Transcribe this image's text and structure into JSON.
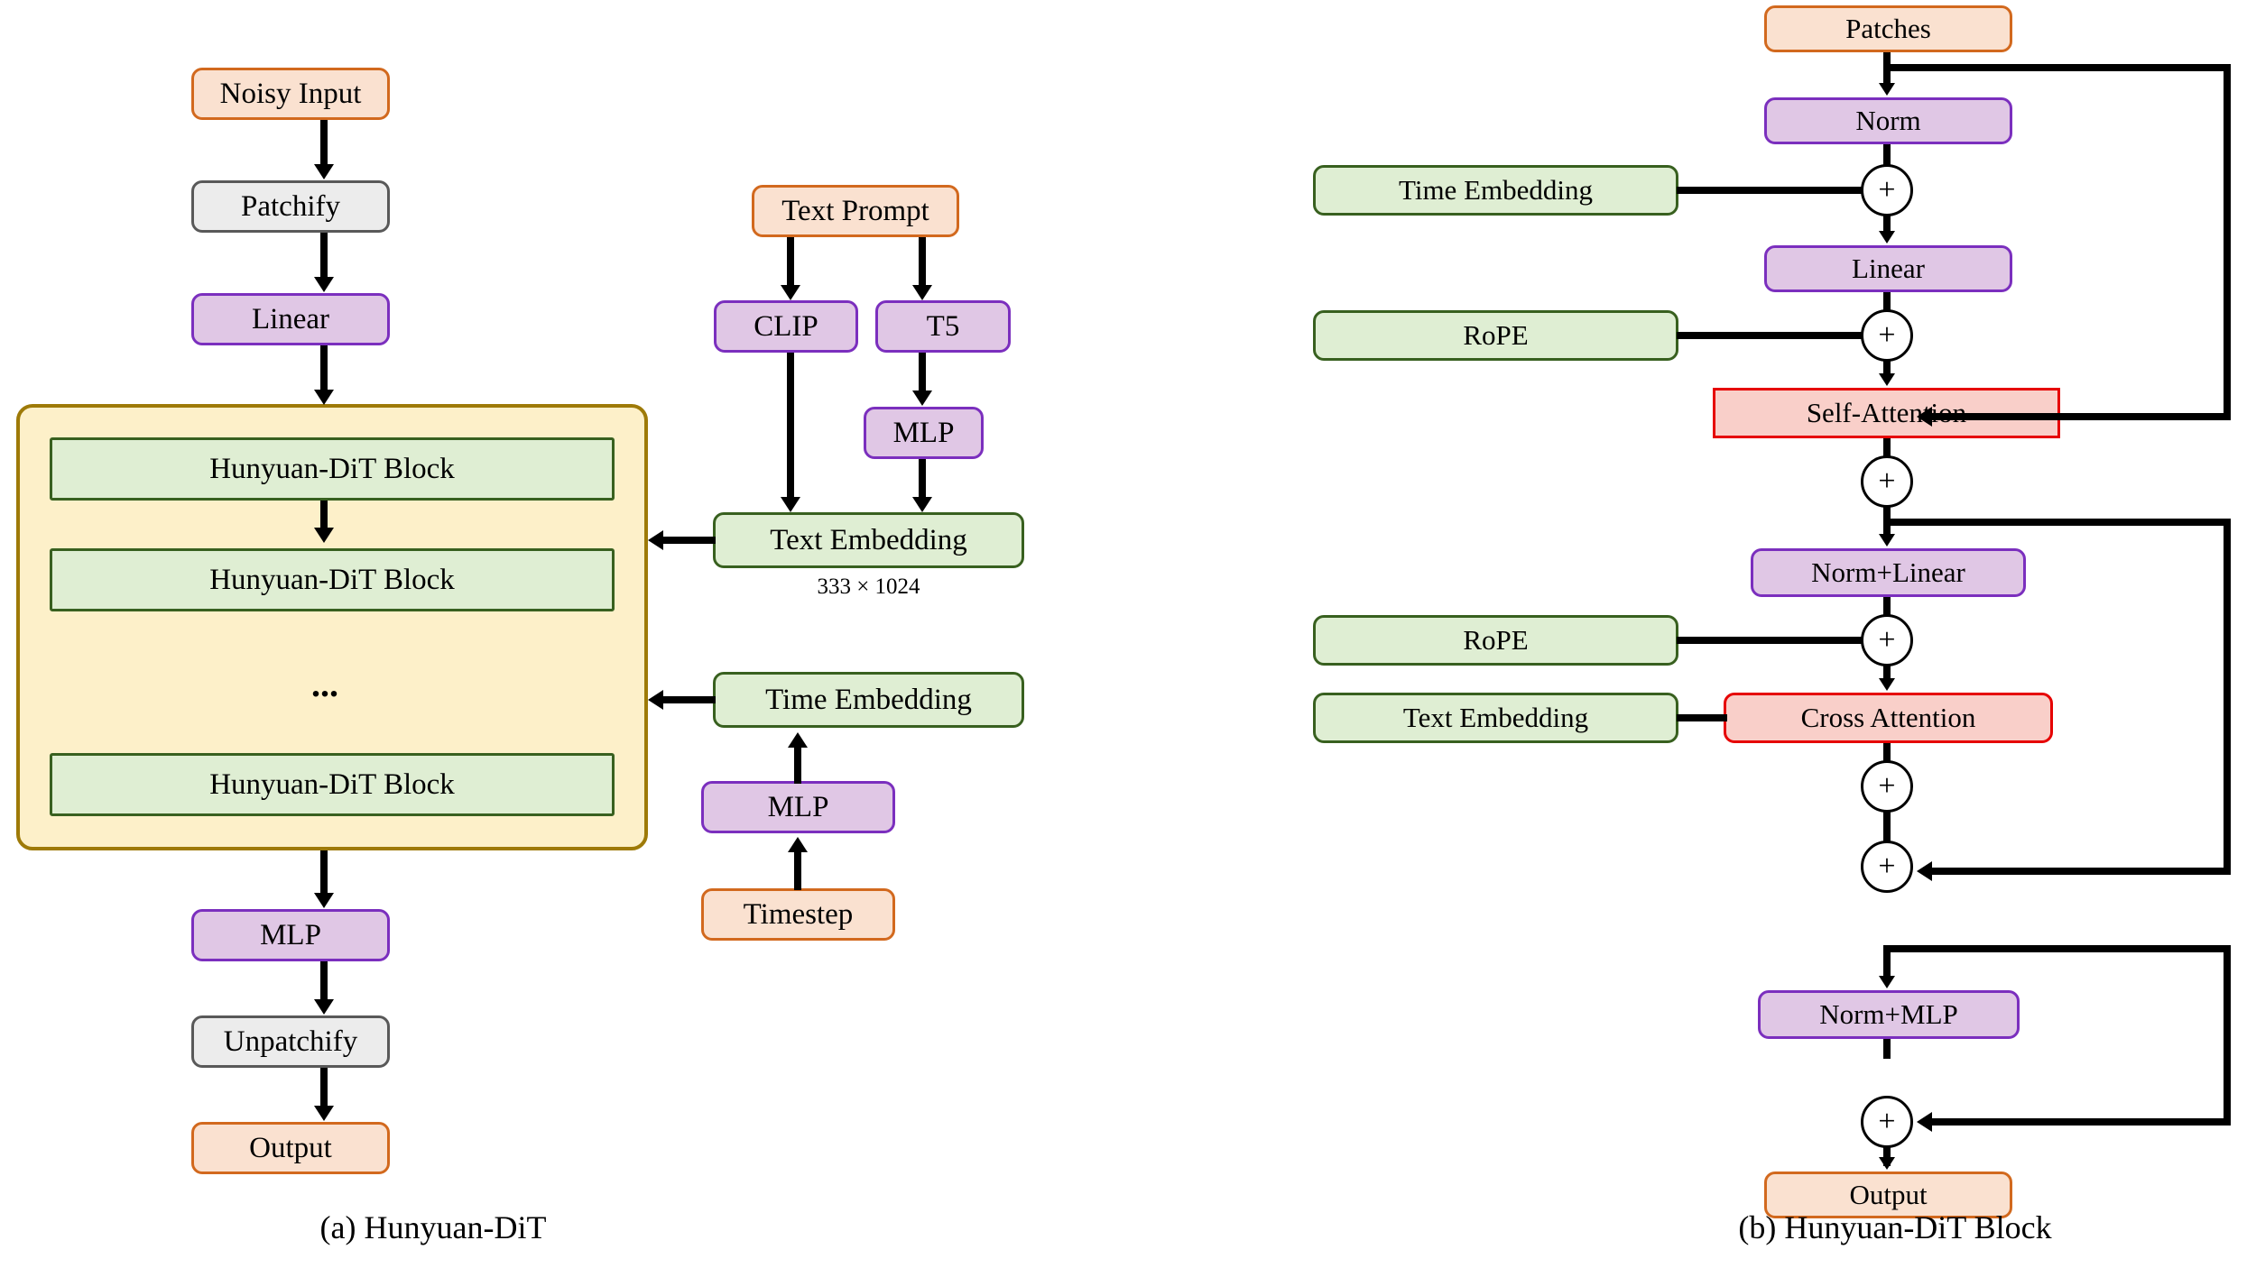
{
  "figure": {
    "panel_a_caption": "(a) Hunyuan-DiT",
    "panel_b_caption": "(b) Hunyuan-DiT Block"
  },
  "colors": {
    "orange_fill": "#fae1d0",
    "orange_border": "#d2691e",
    "gray_fill": "#ececec",
    "gray_border": "#595959",
    "purple_fill": "#e0c7e5",
    "purple_border": "#7b2fbe",
    "green_fill": "#dfeed3",
    "green_border": "#38601f",
    "red_fill": "#f9cfc9",
    "red_border": "#e60000",
    "yellow_fill": "#fdf0c9",
    "yellow_border": "#9e7a08",
    "line": "#000000"
  },
  "panel_a": {
    "main_path": [
      {
        "label": "Noisy Input",
        "style": "orange"
      },
      {
        "label": "Patchify",
        "style": "gray"
      },
      {
        "label": "Linear",
        "style": "purple"
      }
    ],
    "block_stack": {
      "blocks": [
        {
          "label": "Hunyuan-DiT Block"
        },
        {
          "label": "Hunyuan-DiT Block"
        },
        {
          "label": "Hunyuan-DiT Block"
        }
      ],
      "ellipsis": "..."
    },
    "tail_path": [
      {
        "label": "MLP",
        "style": "purple"
      },
      {
        "label": "Unpatchify",
        "style": "gray"
      },
      {
        "label": "Output",
        "style": "orange"
      }
    ],
    "text_branch": {
      "prompt": {
        "label": "Text Prompt",
        "style": "orange"
      },
      "clip": {
        "label": "CLIP",
        "style": "purple"
      },
      "t5": {
        "label": "T5",
        "style": "purple"
      },
      "mlp": {
        "label": "MLP",
        "style": "purple"
      },
      "embedding": {
        "label": "Text Embedding",
        "style": "green"
      },
      "embedding_shape": "333 × 1024"
    },
    "time_branch": {
      "embedding": {
        "label": "Time Embedding",
        "style": "green"
      },
      "mlp": {
        "label": "MLP",
        "style": "purple"
      },
      "timestep": {
        "label": "Timestep",
        "style": "orange"
      }
    }
  },
  "panel_b": {
    "spine": [
      {
        "label": "Patches",
        "style": "orange"
      },
      {
        "label": "Norm",
        "style": "purple"
      },
      {
        "label": "Linear",
        "style": "purple"
      },
      {
        "label": "Self-Attention",
        "style": "red-square"
      },
      {
        "label": "Norm+Linear",
        "style": "purple"
      },
      {
        "label": "Cross Attention",
        "style": "red"
      },
      {
        "label": "Norm+MLP",
        "style": "purple"
      },
      {
        "label": "Output",
        "style": "orange"
      }
    ],
    "side_inputs": [
      {
        "label": "Time Embedding",
        "style": "green",
        "target": "norm-plus"
      },
      {
        "label": "RoPE",
        "style": "green",
        "target": "linear-plus"
      },
      {
        "label": "RoPE",
        "style": "green",
        "target": "normlinear-plus"
      },
      {
        "label": "Text Embedding",
        "style": "green",
        "target": "cross-attention"
      }
    ],
    "plus_symbol": "+",
    "plus_count": 7
  }
}
